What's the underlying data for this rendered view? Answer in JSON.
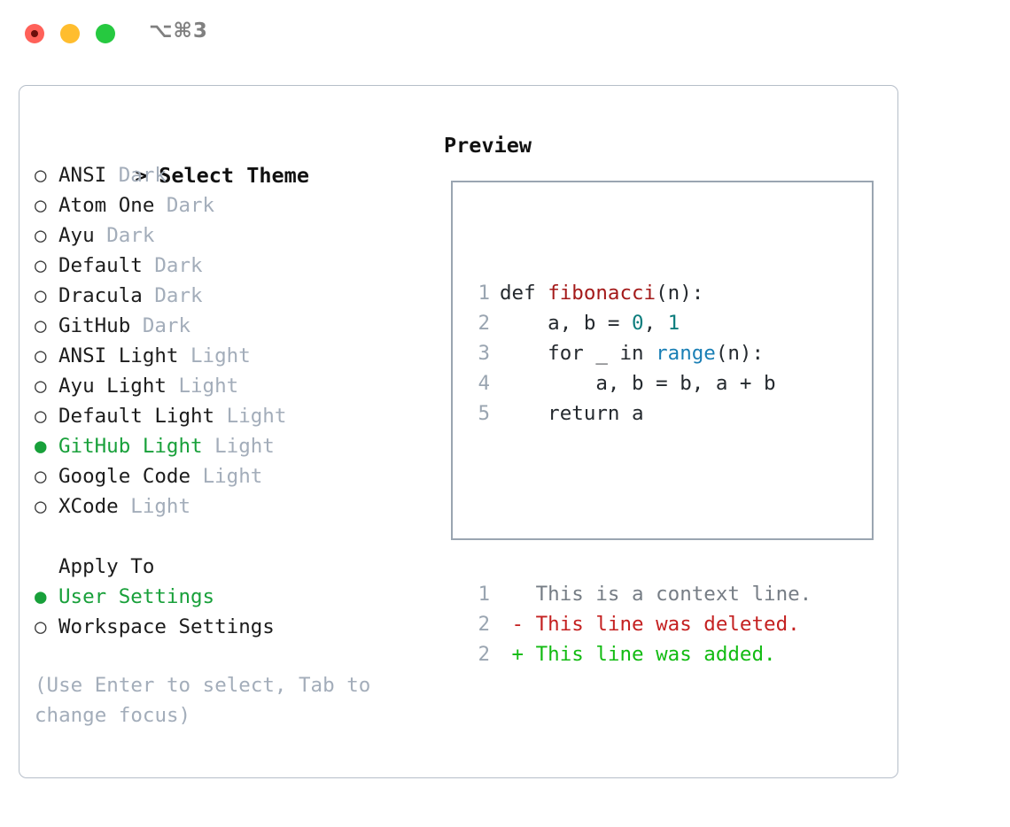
{
  "window": {
    "shortcut": "⌥⌘3",
    "traffic_lights": [
      {
        "name": "close",
        "color": "#ff6159"
      },
      {
        "name": "minimize",
        "color": "#ffbd2e"
      },
      {
        "name": "zoom",
        "color": "#26c940"
      }
    ]
  },
  "theme_picker": {
    "header_prompt": ">",
    "header_title": "Select Theme",
    "bullet_selected": "●",
    "bullet_unselected": "○",
    "items": [
      {
        "label": "ANSI",
        "variant": "Dark",
        "selected": false
      },
      {
        "label": "Atom One",
        "variant": "Dark",
        "selected": false
      },
      {
        "label": "Ayu",
        "variant": "Dark",
        "selected": false
      },
      {
        "label": "Default",
        "variant": "Dark",
        "selected": false
      },
      {
        "label": "Dracula",
        "variant": "Dark",
        "selected": false
      },
      {
        "label": "GitHub",
        "variant": "Dark",
        "selected": false
      },
      {
        "label": "ANSI Light",
        "variant": "Light",
        "selected": false
      },
      {
        "label": "Ayu Light",
        "variant": "Light",
        "selected": false
      },
      {
        "label": "Default Light",
        "variant": "Light",
        "selected": false
      },
      {
        "label": "GitHub Light",
        "variant": "Light",
        "selected": true
      },
      {
        "label": "Google Code",
        "variant": "Light",
        "selected": false
      },
      {
        "label": "XCode",
        "variant": "Light",
        "selected": false
      }
    ]
  },
  "apply_to": {
    "title": "Apply To",
    "options": [
      {
        "label": "User Settings",
        "selected": true
      },
      {
        "label": "Workspace Settings",
        "selected": false
      }
    ]
  },
  "hint": "(Use Enter to select, Tab to change focus)",
  "preview": {
    "title": "Preview",
    "code_lines": [
      {
        "number": "1",
        "tokens": [
          {
            "text": "def ",
            "type": "plain"
          },
          {
            "text": "fibonacci",
            "type": "function"
          },
          {
            "text": "(n):",
            "type": "plain"
          }
        ]
      },
      {
        "number": "2",
        "tokens": [
          {
            "text": "    a, b = ",
            "type": "plain"
          },
          {
            "text": "0",
            "type": "number"
          },
          {
            "text": ", ",
            "type": "plain"
          },
          {
            "text": "1",
            "type": "number"
          }
        ]
      },
      {
        "number": "3",
        "tokens": [
          {
            "text": "    for _ in ",
            "type": "plain"
          },
          {
            "text": "range",
            "type": "call"
          },
          {
            "text": "(n):",
            "type": "plain"
          }
        ]
      },
      {
        "number": "4",
        "tokens": [
          {
            "text": "        a, b = b, a + b",
            "type": "plain"
          }
        ]
      },
      {
        "number": "5",
        "tokens": [
          {
            "text": "    return a",
            "type": "plain"
          }
        ]
      }
    ],
    "diff_lines": [
      {
        "number": "1",
        "marker": " ",
        "text": " This is a context line.",
        "kind": "context"
      },
      {
        "number": "2",
        "marker": "-",
        "text": " This line was deleted.",
        "kind": "deleted"
      },
      {
        "number": "2",
        "marker": "+",
        "text": " This line was added.",
        "kind": "added"
      }
    ]
  },
  "colors": {
    "accent_green": "#18a03a",
    "muted": "#a3adba",
    "border": "#9aa5b1",
    "dialog_border": "#b6bec9",
    "syntax_function": "#a41a1a",
    "syntax_number": "#0d7d7d",
    "syntax_call": "#1a7fb5",
    "diff_added": "#12bb12",
    "diff_deleted": "#c42121"
  }
}
